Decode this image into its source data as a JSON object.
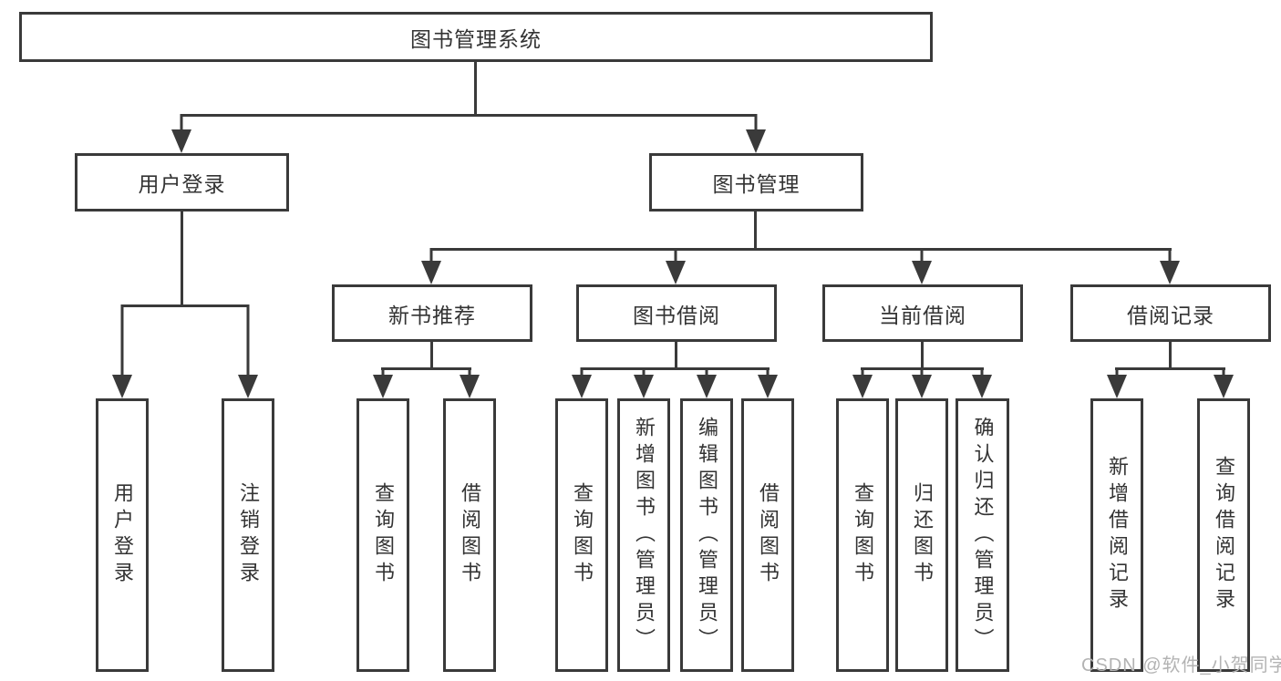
{
  "colors": {
    "line": "#3a3a3a",
    "border": "#3a3a3a",
    "text": "#333333",
    "background": "#ffffff",
    "watermark": "#b3b3b3"
  },
  "nodes": {
    "root": "图书管理系统",
    "level2": [
      "用户登录",
      "图书管理"
    ],
    "level3": [
      "新书推荐",
      "图书借阅",
      "当前借阅",
      "借阅记录"
    ],
    "leaves": [
      "用户登录",
      "注销登录",
      "查询图书",
      "借阅图书",
      "查询图书",
      "新增图书（管理员）",
      "编辑图书（管理员）",
      "借阅图书",
      "查询图书",
      "归还图书",
      "确认归还（管理员）",
      "新增借阅记录",
      "查询借阅记录"
    ]
  },
  "watermark": "CSDN @软件_小贺同学"
}
